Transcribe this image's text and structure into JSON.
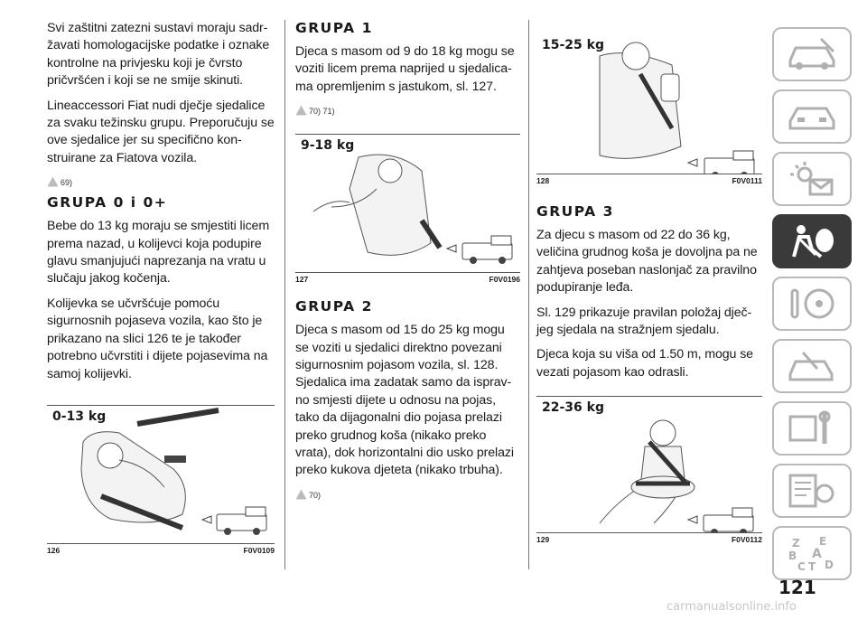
{
  "col1": {
    "p1": "Svi zaštitni zatezni sustavi moraju sadr-žavati homologacijske podatke i oznake kontrolne na privjesku koji je čvrsto pričvršćen i koji se ne smije skinuti.",
    "p2": "Lineaccessori Fiat nudi dječje sjedalice za svaku težinsku grupu. Preporučuju se ove sjedalice jer su specifično kon-struirane za Fiatova vozila.",
    "warn1": "69)",
    "heading1": "GRUPA 0 i 0+",
    "p3": "Bebe do 13 kg moraju se smjestiti licem prema nazad, u kolijevci koja podupire glavu smanjujući naprezanja na vratu u slučaju jakog kočenja.",
    "p4": "Kolijevka se učvršćuje pomoću sigurnosnih pojaseva vozila, kao što je prikazano na slici 126 te je također potrebno učvrstiti i dijete pojasevima na samoj kolijevki.",
    "fig": {
      "label": "0-13 kg",
      "num": "126",
      "code": "F0V0109"
    }
  },
  "col2": {
    "heading1": "GRUPA 1",
    "p1": "Djeca s masom od 9 do 18 kg mogu se voziti licem prema naprijed u sjedalica-ma opremljenim s jastukom, sl. 127.",
    "warn1": "70) 71)",
    "fig": {
      "label": "9-18 kg",
      "num": "127",
      "code": "F0V0196"
    },
    "heading2": "GRUPA 2",
    "p2": "Djeca s masom od 15 do 25 kg mogu se voziti u sjedalici direktno povezani sigurnosnim pojasom vozila, sl. 128. Sjedalica ima zadatak samo da isprav-no smjesti dijete u odnosu na pojas, tako da dijagonalni dio pojasa prelazi preko grudnog koša (nikako preko vrata), dok horizontalni dio usko prelazi preko kukova djeteta (nikako trbuha).",
    "warn2": "70)"
  },
  "col3": {
    "fig1": {
      "label": "15-25 kg",
      "num": "128",
      "code": "F0V0111"
    },
    "heading1": "GRUPA 3",
    "p1": "Za djecu s masom od 22 do 36 kg, veličina grudnog koša je dovoljna pa ne zahtjeva poseban naslonjač za pravilno podupiranje leđa.",
    "p2": "Sl. 129 prikazuje pravilan položaj dječ-jeg sjedala na stražnjem sjedalu.",
    "p3": "Djeca koja su viša od 1.50 m, mogu se vezati pojasom kao odrasli.",
    "fig2": {
      "label": "22-36 kg",
      "num": "129",
      "code": "F0V0112"
    }
  },
  "sidebar": {
    "icons": [
      "car-info-icon",
      "car-dashboard-icon",
      "warning-lights-icon",
      "airbag-safety-icon",
      "steering-icon",
      "emergency-icon",
      "maintenance-icon",
      "technical-data-icon",
      "index-icon"
    ],
    "active_index": 3,
    "index_letters": [
      "Z",
      "E",
      "B",
      "A",
      "C",
      "T",
      "D"
    ]
  },
  "page_number": "121",
  "watermark": "carmanualsonline.info"
}
